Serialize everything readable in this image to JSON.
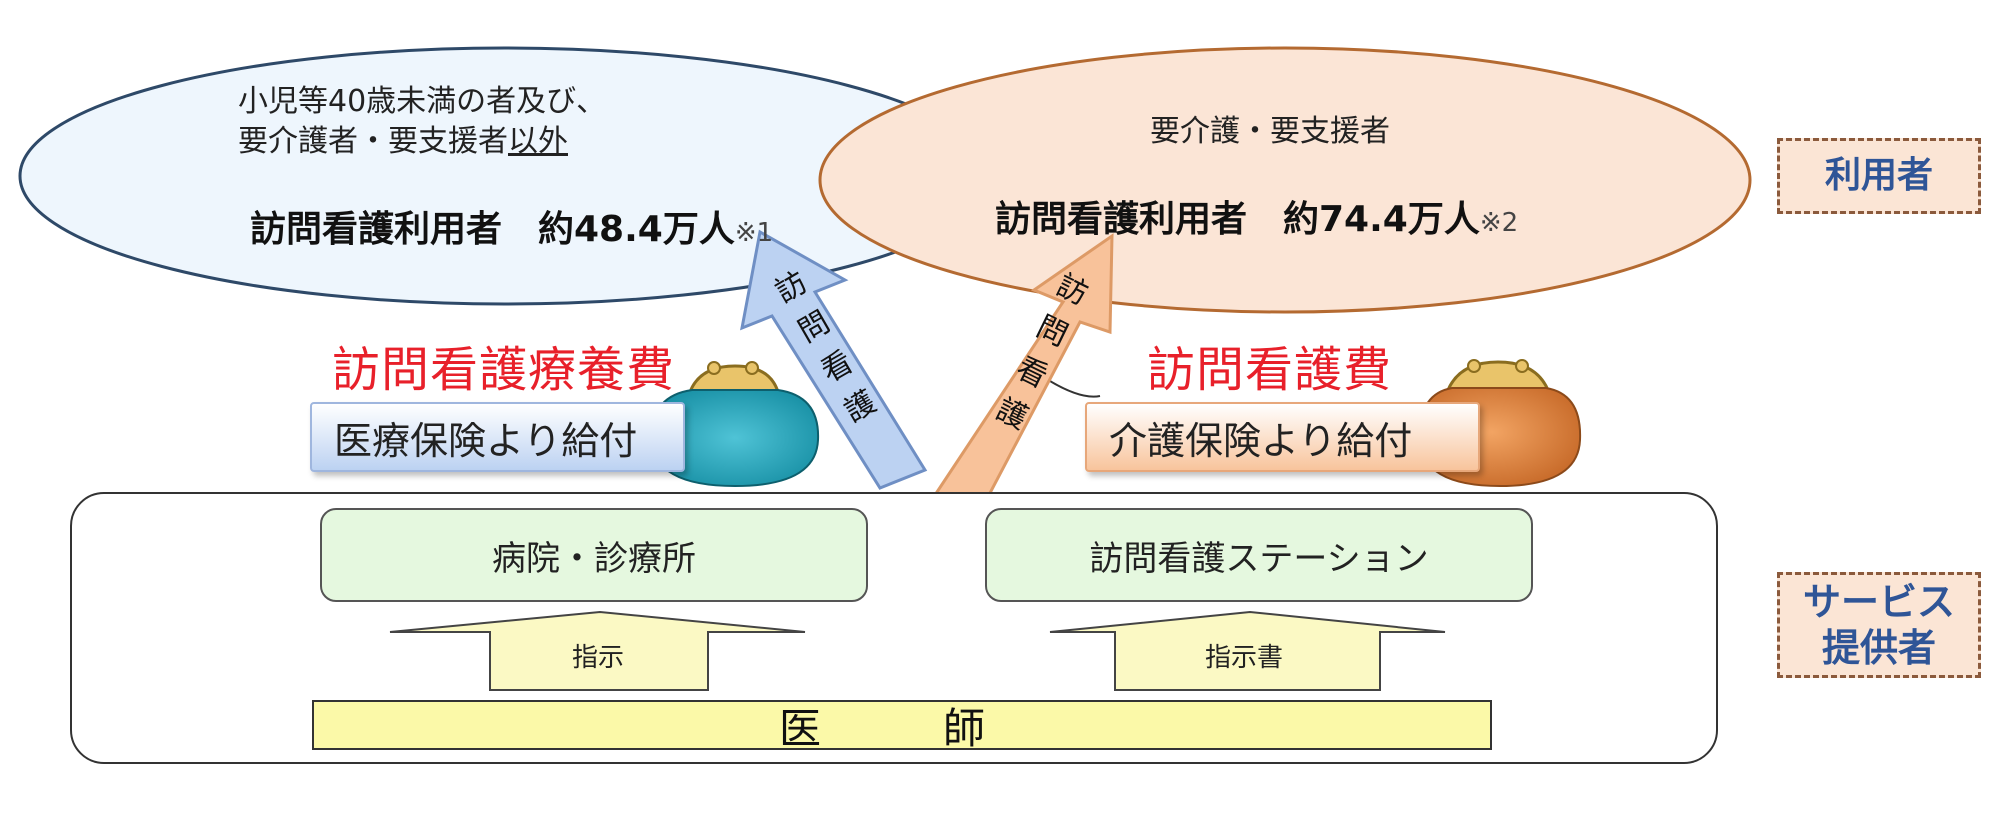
{
  "users": {
    "left": {
      "line1": "小児等40歳未満の者及び、",
      "line2_prefix": "要介護者・要支援者",
      "line2_underlined": "以外",
      "count_label": "訪問看護利用者　約48.4万人",
      "note": "※1"
    },
    "right": {
      "line1": "要介護・要支援者",
      "count_label": "訪問看護利用者　約74.4万人",
      "note": "※2"
    }
  },
  "fees": {
    "medical": {
      "title": "訪問看護療養費",
      "payer": "医療保険より給付"
    },
    "care": {
      "title": "訪問看護費",
      "payer": "介護保険より給付"
    }
  },
  "arrows": {
    "medical_label": [
      "訪",
      "問",
      "看",
      "護"
    ],
    "care_label": [
      "訪",
      "問",
      "看",
      "護"
    ]
  },
  "providers": {
    "hospital": "病院・診療所",
    "station": "訪問看護ステーション",
    "instruction_hospital": "指示",
    "instruction_station": "指示書",
    "doctor": "医　師"
  },
  "tags": {
    "users": "利用者",
    "providers_line1": "サービス",
    "providers_line2": "提供者"
  },
  "colors": {
    "fee_red": "#e8202a",
    "medical_blue": "#b8cff2",
    "care_orange": "#f7b789",
    "facility_green": "#e5f8df",
    "doctor_yellow": "#fbf9a8",
    "tag_text": "#2f5597"
  }
}
